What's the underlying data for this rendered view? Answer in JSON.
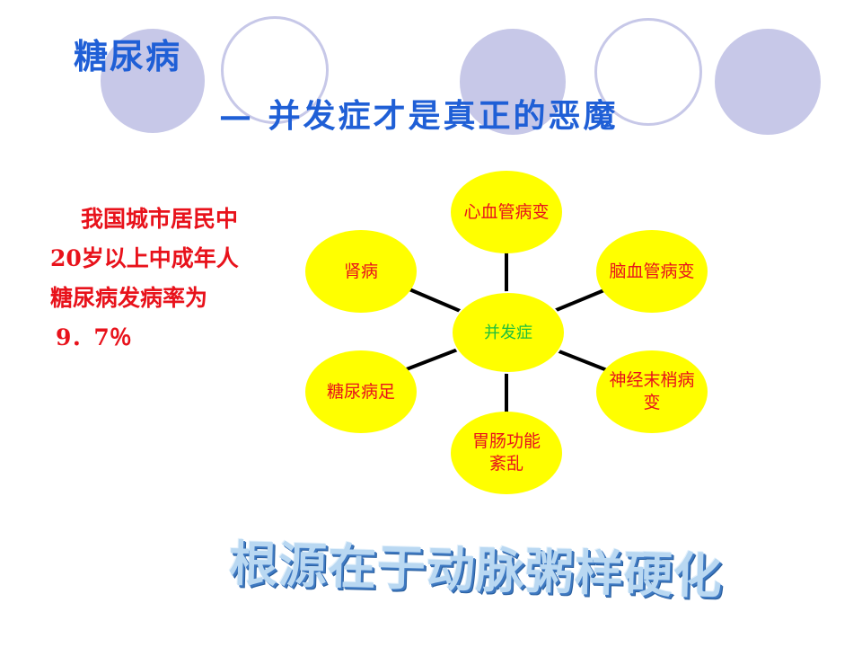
{
  "title": {
    "main": "糖尿病",
    "sub": "— 并发症才是真正的恶魔"
  },
  "stat": {
    "line1": "我国城市居民中",
    "line2": "20岁以上中成年人",
    "line3": "糖尿病发病率为",
    "line4": "9．7％"
  },
  "diagram": {
    "center": "并发症",
    "nodes": {
      "top": "心血管病变",
      "top_right": "脑血管病变",
      "bottom_right": "神经末梢病变",
      "bottom": "胃肠功能紊乱",
      "bottom_left": "糖尿病足",
      "top_left": "肾病"
    }
  },
  "slogan": "根源在于动脉粥样硬化",
  "colors": {
    "title": "#1f5fd6",
    "stat_text": "#e8121b",
    "node_fill": "#ffff00",
    "node_text": "#e8121b",
    "center_text": "#1fbf3b",
    "decor_circle": "#c7c8e8"
  }
}
